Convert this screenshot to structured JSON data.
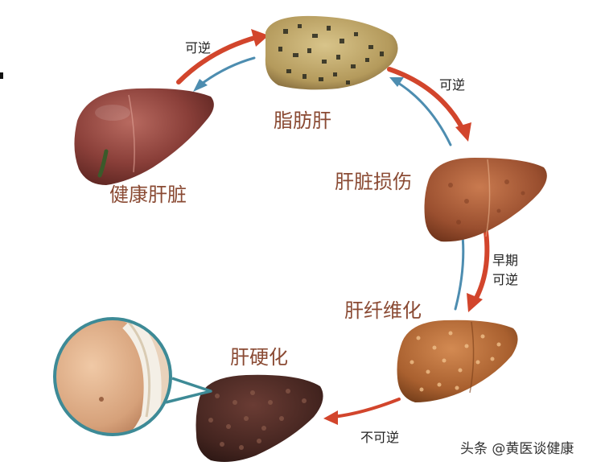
{
  "stages": {
    "healthy": "健康肝脏",
    "fatty": "脂肪肝",
    "injury": "肝脏损伤",
    "fibrosis": "肝纤维化",
    "cirrhosis": "肝硬化"
  },
  "transitions": {
    "healthy_to_fatty": "可逆",
    "fatty_to_injury": "可逆",
    "injury_to_fibrosis_line1": "早期",
    "injury_to_fibrosis_line2": "可逆",
    "fibrosis_to_cirrhosis": "不可逆"
  },
  "watermark": "头条 @黄医谈健康",
  "colors": {
    "forward_arrow": "#d2452c",
    "backward_arrow": "#4d8db0",
    "magnifier_ring": "#3d8a96"
  }
}
